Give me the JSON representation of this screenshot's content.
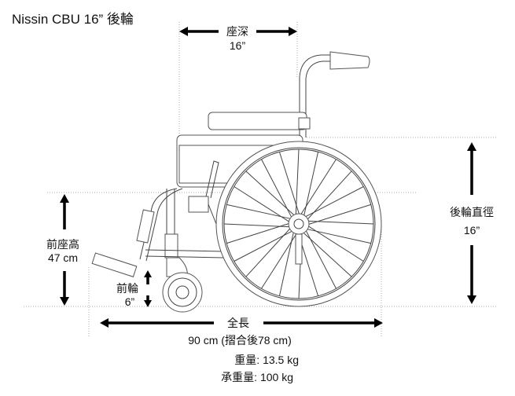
{
  "title": "Nissin CBU 16”  後輪",
  "seat_depth": {
    "label": "座深",
    "value": "16”"
  },
  "rear_wheel_diameter": {
    "label": "後輪直徑",
    "value": "16”"
  },
  "front_seat_height": {
    "label": "前座高",
    "value": "47 cm"
  },
  "front_wheel": {
    "label": "前輪",
    "value": "6”"
  },
  "overall_length": {
    "label": "全長",
    "value": "90 cm (摺合後78 cm)"
  },
  "weight": "重量: 13.5 kg",
  "max_load": "承重量: 100 kg"
}
